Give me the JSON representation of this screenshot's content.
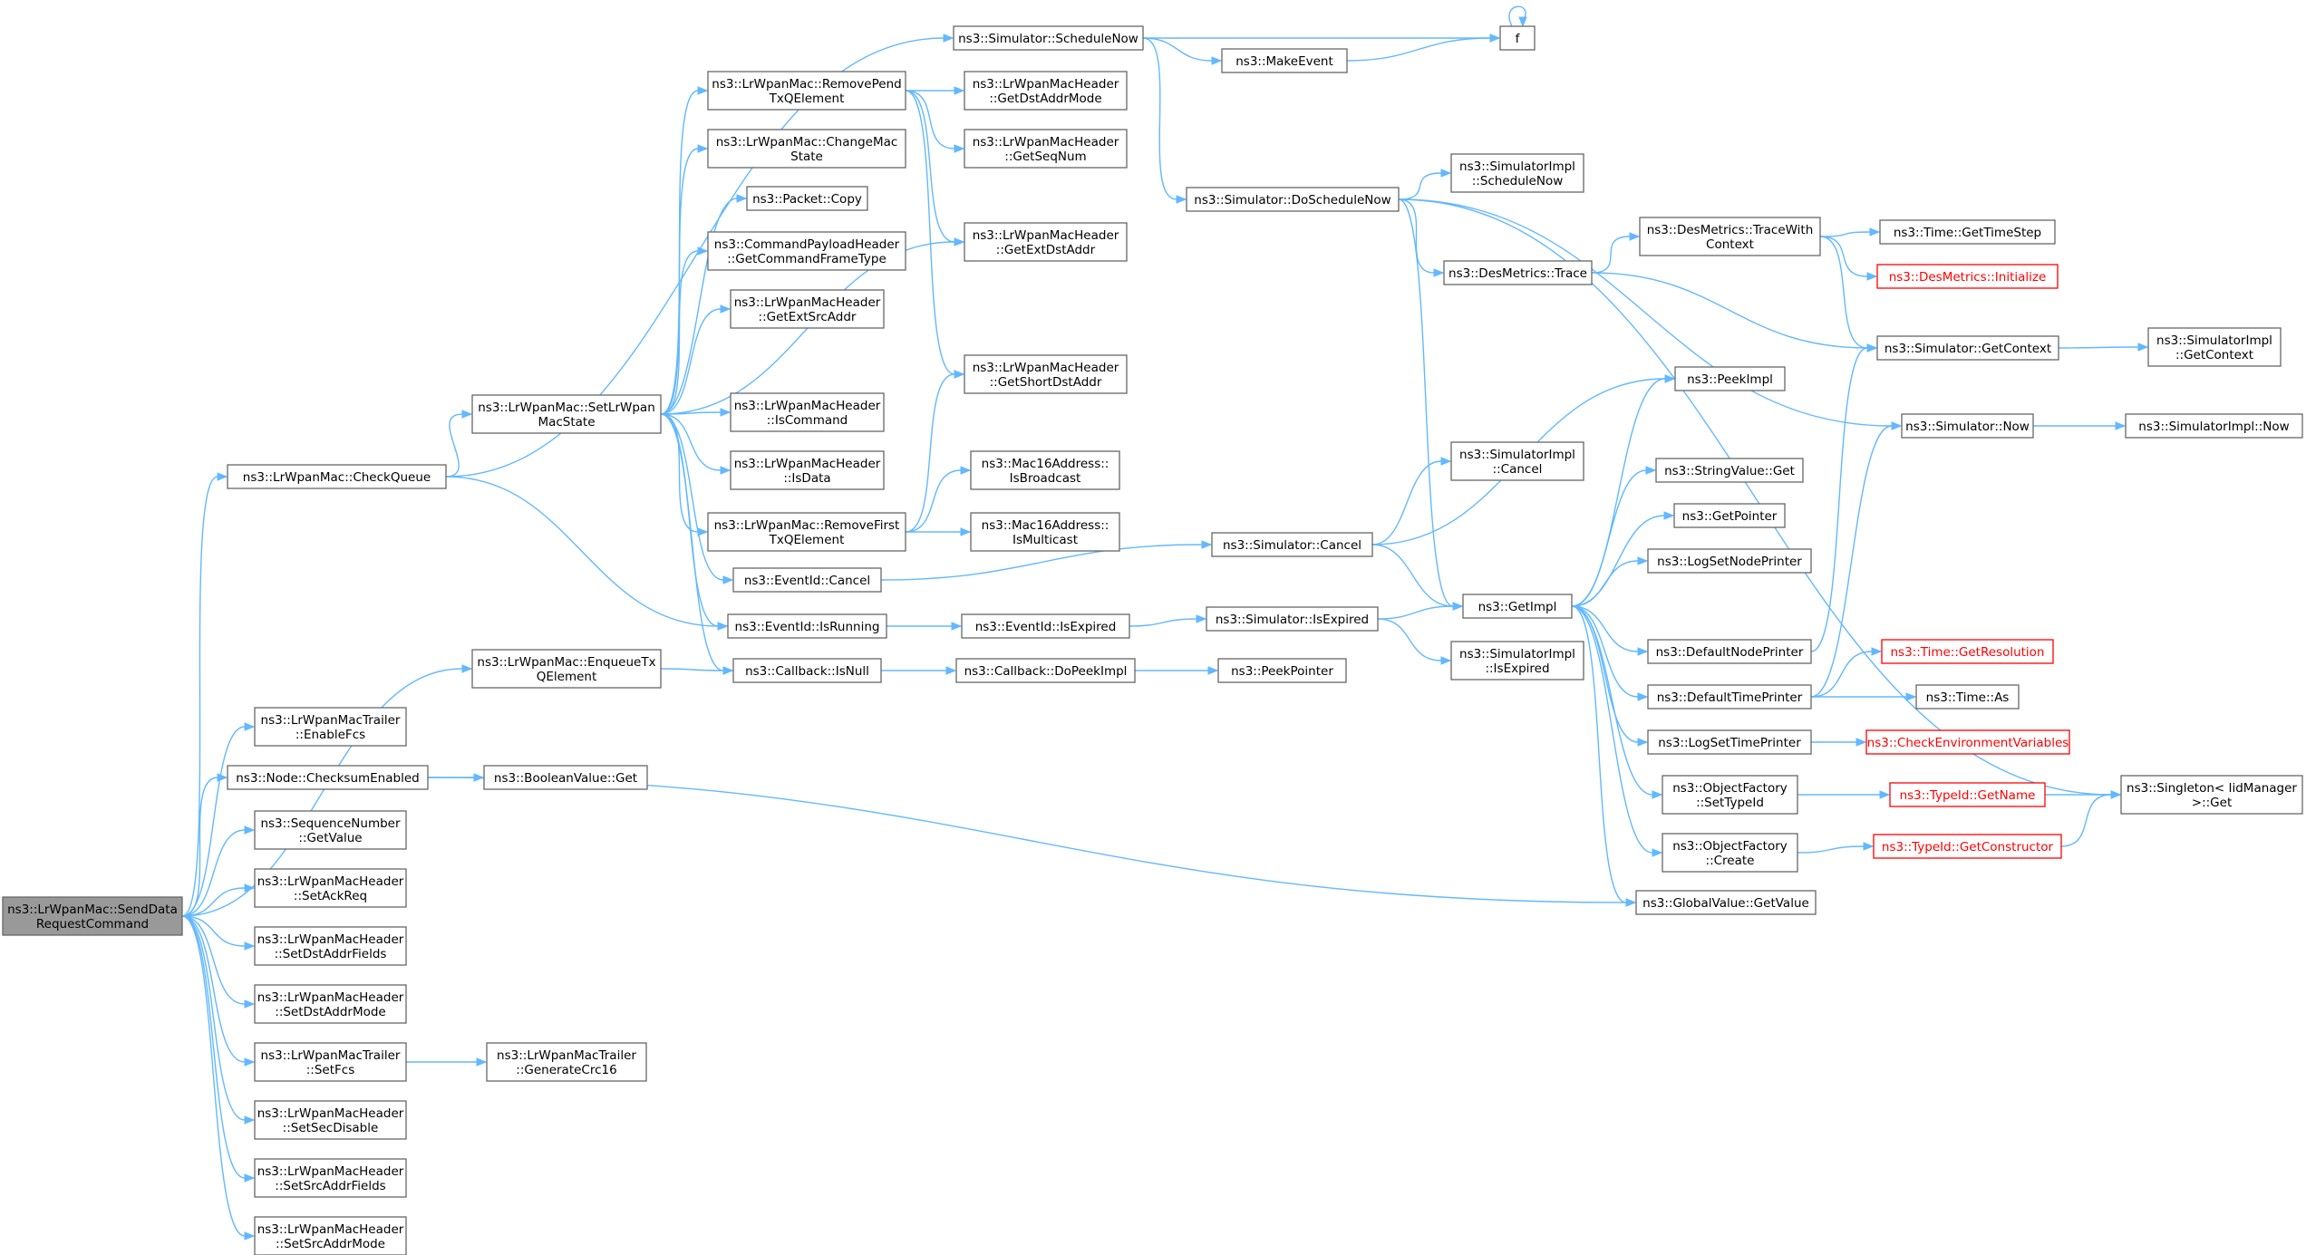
{
  "nodes": [
    {
      "id": "root",
      "lines": [
        "ns3::LrWpanMac::SendData",
        "RequestCommand"
      ]
    },
    {
      "id": "checkqueue",
      "lines": [
        "ns3::LrWpanMac::CheckQueue"
      ]
    },
    {
      "id": "enqueue",
      "lines": [
        "ns3::LrWpanMac::EnqueueTx",
        "QElement"
      ]
    },
    {
      "id": "enablefcs",
      "lines": [
        "ns3::LrWpanMacTrailer",
        "::EnableFcs"
      ]
    },
    {
      "id": "checksum",
      "lines": [
        "ns3::Node::ChecksumEnabled"
      ]
    },
    {
      "id": "seqgetvalue",
      "lines": [
        "ns3::SequenceNumber",
        "::GetValue"
      ]
    },
    {
      "id": "setackreq",
      "lines": [
        "ns3::LrWpanMacHeader",
        "::SetAckReq"
      ]
    },
    {
      "id": "setdstfields",
      "lines": [
        "ns3::LrWpanMacHeader",
        "::SetDstAddrFields"
      ]
    },
    {
      "id": "setdstmode",
      "lines": [
        "ns3::LrWpanMacHeader",
        "::SetDstAddrMode"
      ]
    },
    {
      "id": "setfcs",
      "lines": [
        "ns3::LrWpanMacTrailer",
        "::SetFcs"
      ]
    },
    {
      "id": "setsecdisable",
      "lines": [
        "ns3::LrWpanMacHeader",
        "::SetSecDisable"
      ]
    },
    {
      "id": "setsrcfields",
      "lines": [
        "ns3::LrWpanMacHeader",
        "::SetSrcAddrFields"
      ]
    },
    {
      "id": "setsrcmode",
      "lines": [
        "ns3::LrWpanMacHeader",
        "::SetSrcAddrMode"
      ]
    },
    {
      "id": "setlrwpan",
      "lines": [
        "ns3::LrWpanMac::SetLrWpan",
        "MacState"
      ]
    },
    {
      "id": "boolget",
      "lines": [
        "ns3::BooleanValue::Get"
      ]
    },
    {
      "id": "gencrc",
      "lines": [
        "ns3::LrWpanMacTrailer",
        "::GenerateCrc16"
      ]
    },
    {
      "id": "removepend",
      "lines": [
        "ns3::LrWpanMac::RemovePend",
        "TxQElement"
      ]
    },
    {
      "id": "changemac",
      "lines": [
        "ns3::LrWpanMac::ChangeMac",
        "State"
      ]
    },
    {
      "id": "pktcopy",
      "lines": [
        "ns3::Packet::Copy"
      ]
    },
    {
      "id": "cmdframe",
      "lines": [
        "ns3::CommandPayloadHeader",
        "::GetCommandFrameType"
      ]
    },
    {
      "id": "getextsrc",
      "lines": [
        "ns3::LrWpanMacHeader",
        "::GetExtSrcAddr"
      ]
    },
    {
      "id": "iscommand",
      "lines": [
        "ns3::LrWpanMacHeader",
        "::IsCommand"
      ]
    },
    {
      "id": "isdata",
      "lines": [
        "ns3::LrWpanMacHeader",
        "::IsData"
      ]
    },
    {
      "id": "removefirst",
      "lines": [
        "ns3::LrWpanMac::RemoveFirst",
        "TxQElement"
      ]
    },
    {
      "id": "evcancel",
      "lines": [
        "ns3::EventId::Cancel"
      ]
    },
    {
      "id": "evisrunning",
      "lines": [
        "ns3::EventId::IsRunning"
      ]
    },
    {
      "id": "cbisnull",
      "lines": [
        "ns3::Callback::IsNull"
      ]
    },
    {
      "id": "schednow",
      "lines": [
        "ns3::Simulator::ScheduleNow"
      ]
    },
    {
      "id": "getdstmode",
      "lines": [
        "ns3::LrWpanMacHeader",
        "::GetDstAddrMode"
      ]
    },
    {
      "id": "getseqnum",
      "lines": [
        "ns3::LrWpanMacHeader",
        "::GetSeqNum"
      ]
    },
    {
      "id": "getextdst",
      "lines": [
        "ns3::LrWpanMacHeader",
        "::GetExtDstAddr"
      ]
    },
    {
      "id": "getshortdst",
      "lines": [
        "ns3::LrWpanMacHeader",
        "::GetShortDstAddr"
      ]
    },
    {
      "id": "isbroadcast",
      "lines": [
        "ns3::Mac16Address::",
        "IsBroadcast"
      ]
    },
    {
      "id": "ismulticast",
      "lines": [
        "ns3::Mac16Address::",
        "IsMulticast"
      ]
    },
    {
      "id": "evisexpired",
      "lines": [
        "ns3::EventId::IsExpired"
      ]
    },
    {
      "id": "cbdopeek",
      "lines": [
        "ns3::Callback::DoPeekImpl"
      ]
    },
    {
      "id": "peekpointer",
      "lines": [
        "ns3::PeekPointer"
      ]
    },
    {
      "id": "makeevent",
      "lines": [
        "ns3::MakeEvent"
      ]
    },
    {
      "id": "f",
      "lines": [
        "f"
      ]
    },
    {
      "id": "doschednow",
      "lines": [
        "ns3::Simulator::DoScheduleNow"
      ]
    },
    {
      "id": "simcancel",
      "lines": [
        "ns3::Simulator::Cancel"
      ]
    },
    {
      "id": "simisexpired",
      "lines": [
        "ns3::Simulator::IsExpired"
      ]
    },
    {
      "id": "implschednow",
      "lines": [
        "ns3::SimulatorImpl",
        "::ScheduleNow"
      ]
    },
    {
      "id": "destrace",
      "lines": [
        "ns3::DesMetrics::Trace"
      ]
    },
    {
      "id": "implcancel",
      "lines": [
        "ns3::SimulatorImpl",
        "::Cancel"
      ]
    },
    {
      "id": "getimpl",
      "lines": [
        "ns3::GetImpl"
      ]
    },
    {
      "id": "implisexpired",
      "lines": [
        "ns3::SimulatorImpl",
        "::IsExpired"
      ]
    },
    {
      "id": "tracewith",
      "lines": [
        "ns3::DesMetrics::TraceWith",
        "Context"
      ]
    },
    {
      "id": "peekimpl",
      "lines": [
        "ns3::PeekImpl"
      ]
    },
    {
      "id": "strvalget",
      "lines": [
        "ns3::StringValue::Get"
      ]
    },
    {
      "id": "getpointer",
      "lines": [
        "ns3::GetPointer"
      ]
    },
    {
      "id": "logsetnode",
      "lines": [
        "ns3::LogSetNodePrinter"
      ]
    },
    {
      "id": "defnodeprinter",
      "lines": [
        "ns3::DefaultNodePrinter"
      ]
    },
    {
      "id": "deftimeprinter",
      "lines": [
        "ns3::DefaultTimePrinter"
      ]
    },
    {
      "id": "logsettime",
      "lines": [
        "ns3::LogSetTimePrinter"
      ]
    },
    {
      "id": "ofsettypeid",
      "lines": [
        "ns3::ObjectFactory",
        "::SetTypeId"
      ]
    },
    {
      "id": "ofcreate",
      "lines": [
        "ns3::ObjectFactory",
        "::Create"
      ]
    },
    {
      "id": "gvgetvalue",
      "lines": [
        "ns3::GlobalValue::GetValue"
      ]
    },
    {
      "id": "gettimestep",
      "lines": [
        "ns3::Time::GetTimeStep"
      ]
    },
    {
      "id": "desinit",
      "lines": [
        "ns3::DesMetrics::Initialize"
      ],
      "truncated": true
    },
    {
      "id": "simgetcontext",
      "lines": [
        "ns3::Simulator::GetContext"
      ]
    },
    {
      "id": "simnow",
      "lines": [
        "ns3::Simulator::Now"
      ]
    },
    {
      "id": "getresolution",
      "lines": [
        "ns3::Time::GetResolution"
      ],
      "truncated": true
    },
    {
      "id": "timeas",
      "lines": [
        "ns3::Time::As"
      ]
    },
    {
      "id": "checkenv",
      "lines": [
        "ns3::CheckEnvironmentVariables"
      ],
      "truncated": true
    },
    {
      "id": "typeidgetname",
      "lines": [
        "ns3::TypeId::GetName"
      ],
      "truncated": true
    },
    {
      "id": "typeidgetctor",
      "lines": [
        "ns3::TypeId::GetConstructor"
      ],
      "truncated": true
    },
    {
      "id": "implgetcontext",
      "lines": [
        "ns3::SimulatorImpl",
        "::GetContext"
      ]
    },
    {
      "id": "implnow",
      "lines": [
        "ns3::SimulatorImpl::Now"
      ]
    },
    {
      "id": "singletonget",
      "lines": [
        "ns3::Singleton< IidManager",
        ">::Get"
      ]
    }
  ],
  "edges": [
    [
      "root",
      "checkqueue"
    ],
    [
      "root",
      "enqueue"
    ],
    [
      "root",
      "enablefcs"
    ],
    [
      "root",
      "checksum"
    ],
    [
      "root",
      "seqgetvalue"
    ],
    [
      "root",
      "setackreq"
    ],
    [
      "root",
      "setdstfields"
    ],
    [
      "root",
      "setdstmode"
    ],
    [
      "root",
      "setfcs"
    ],
    [
      "root",
      "setsecdisable"
    ],
    [
      "root",
      "setsrcfields"
    ],
    [
      "root",
      "setsrcmode"
    ],
    [
      "checkqueue",
      "schednow"
    ],
    [
      "checkqueue",
      "setlrwpan"
    ],
    [
      "checkqueue",
      "evisrunning"
    ],
    [
      "enqueue",
      "cbisnull"
    ],
    [
      "checksum",
      "boolget"
    ],
    [
      "checksum",
      "gvgetvalue"
    ],
    [
      "setfcs",
      "gencrc"
    ],
    [
      "setlrwpan",
      "removepend"
    ],
    [
      "setlrwpan",
      "changemac"
    ],
    [
      "setlrwpan",
      "pktcopy"
    ],
    [
      "setlrwpan",
      "cmdframe"
    ],
    [
      "setlrwpan",
      "getextsrc"
    ],
    [
      "setlrwpan",
      "getextdst"
    ],
    [
      "setlrwpan",
      "iscommand"
    ],
    [
      "setlrwpan",
      "isdata"
    ],
    [
      "setlrwpan",
      "removefirst"
    ],
    [
      "setlrwpan",
      "evcancel"
    ],
    [
      "setlrwpan",
      "evisrunning"
    ],
    [
      "setlrwpan",
      "cbisnull"
    ],
    [
      "removepend",
      "getdstmode"
    ],
    [
      "removepend",
      "getseqnum"
    ],
    [
      "removepend",
      "getextdst"
    ],
    [
      "removepend",
      "getshortdst"
    ],
    [
      "removefirst",
      "getshortdst"
    ],
    [
      "removefirst",
      "isbroadcast"
    ],
    [
      "removefirst",
      "ismulticast"
    ],
    [
      "evcancel",
      "simcancel"
    ],
    [
      "evisrunning",
      "evisexpired"
    ],
    [
      "evisexpired",
      "simisexpired"
    ],
    [
      "cbisnull",
      "cbdopeek"
    ],
    [
      "cbdopeek",
      "peekpointer"
    ],
    [
      "schednow",
      "makeevent"
    ],
    [
      "schednow",
      "f"
    ],
    [
      "schednow",
      "doschednow"
    ],
    [
      "makeevent",
      "f"
    ],
    [
      "f",
      "f"
    ],
    [
      "doschednow",
      "implschednow"
    ],
    [
      "doschednow",
      "destrace"
    ],
    [
      "doschednow",
      "getimpl"
    ],
    [
      "doschednow",
      "simnow"
    ],
    [
      "doschednow",
      "singletonget"
    ],
    [
      "simcancel",
      "implcancel"
    ],
    [
      "simcancel",
      "getimpl"
    ],
    [
      "simcancel",
      "peekimpl"
    ],
    [
      "simisexpired",
      "getimpl"
    ],
    [
      "simisexpired",
      "implisexpired"
    ],
    [
      "destrace",
      "tracewith"
    ],
    [
      "destrace",
      "simgetcontext"
    ],
    [
      "tracewith",
      "gettimestep"
    ],
    [
      "tracewith",
      "desinit"
    ],
    [
      "tracewith",
      "simgetcontext"
    ],
    [
      "getimpl",
      "peekimpl"
    ],
    [
      "getimpl",
      "strvalget"
    ],
    [
      "getimpl",
      "getpointer"
    ],
    [
      "getimpl",
      "logsetnode"
    ],
    [
      "getimpl",
      "defnodeprinter"
    ],
    [
      "getimpl",
      "deftimeprinter"
    ],
    [
      "getimpl",
      "logsettime"
    ],
    [
      "getimpl",
      "ofsettypeid"
    ],
    [
      "getimpl",
      "ofcreate"
    ],
    [
      "getimpl",
      "gvgetvalue"
    ],
    [
      "defnodeprinter",
      "simgetcontext"
    ],
    [
      "deftimeprinter",
      "simnow"
    ],
    [
      "deftimeprinter",
      "getresolution"
    ],
    [
      "deftimeprinter",
      "timeas"
    ],
    [
      "logsettime",
      "checkenv"
    ],
    [
      "ofsettypeid",
      "typeidgetname"
    ],
    [
      "ofcreate",
      "typeidgetctor"
    ],
    [
      "simgetcontext",
      "implgetcontext"
    ],
    [
      "simnow",
      "implnow"
    ],
    [
      "typeidgetname",
      "singletonget"
    ],
    [
      "typeidgetctor",
      "singletonget"
    ]
  ]
}
